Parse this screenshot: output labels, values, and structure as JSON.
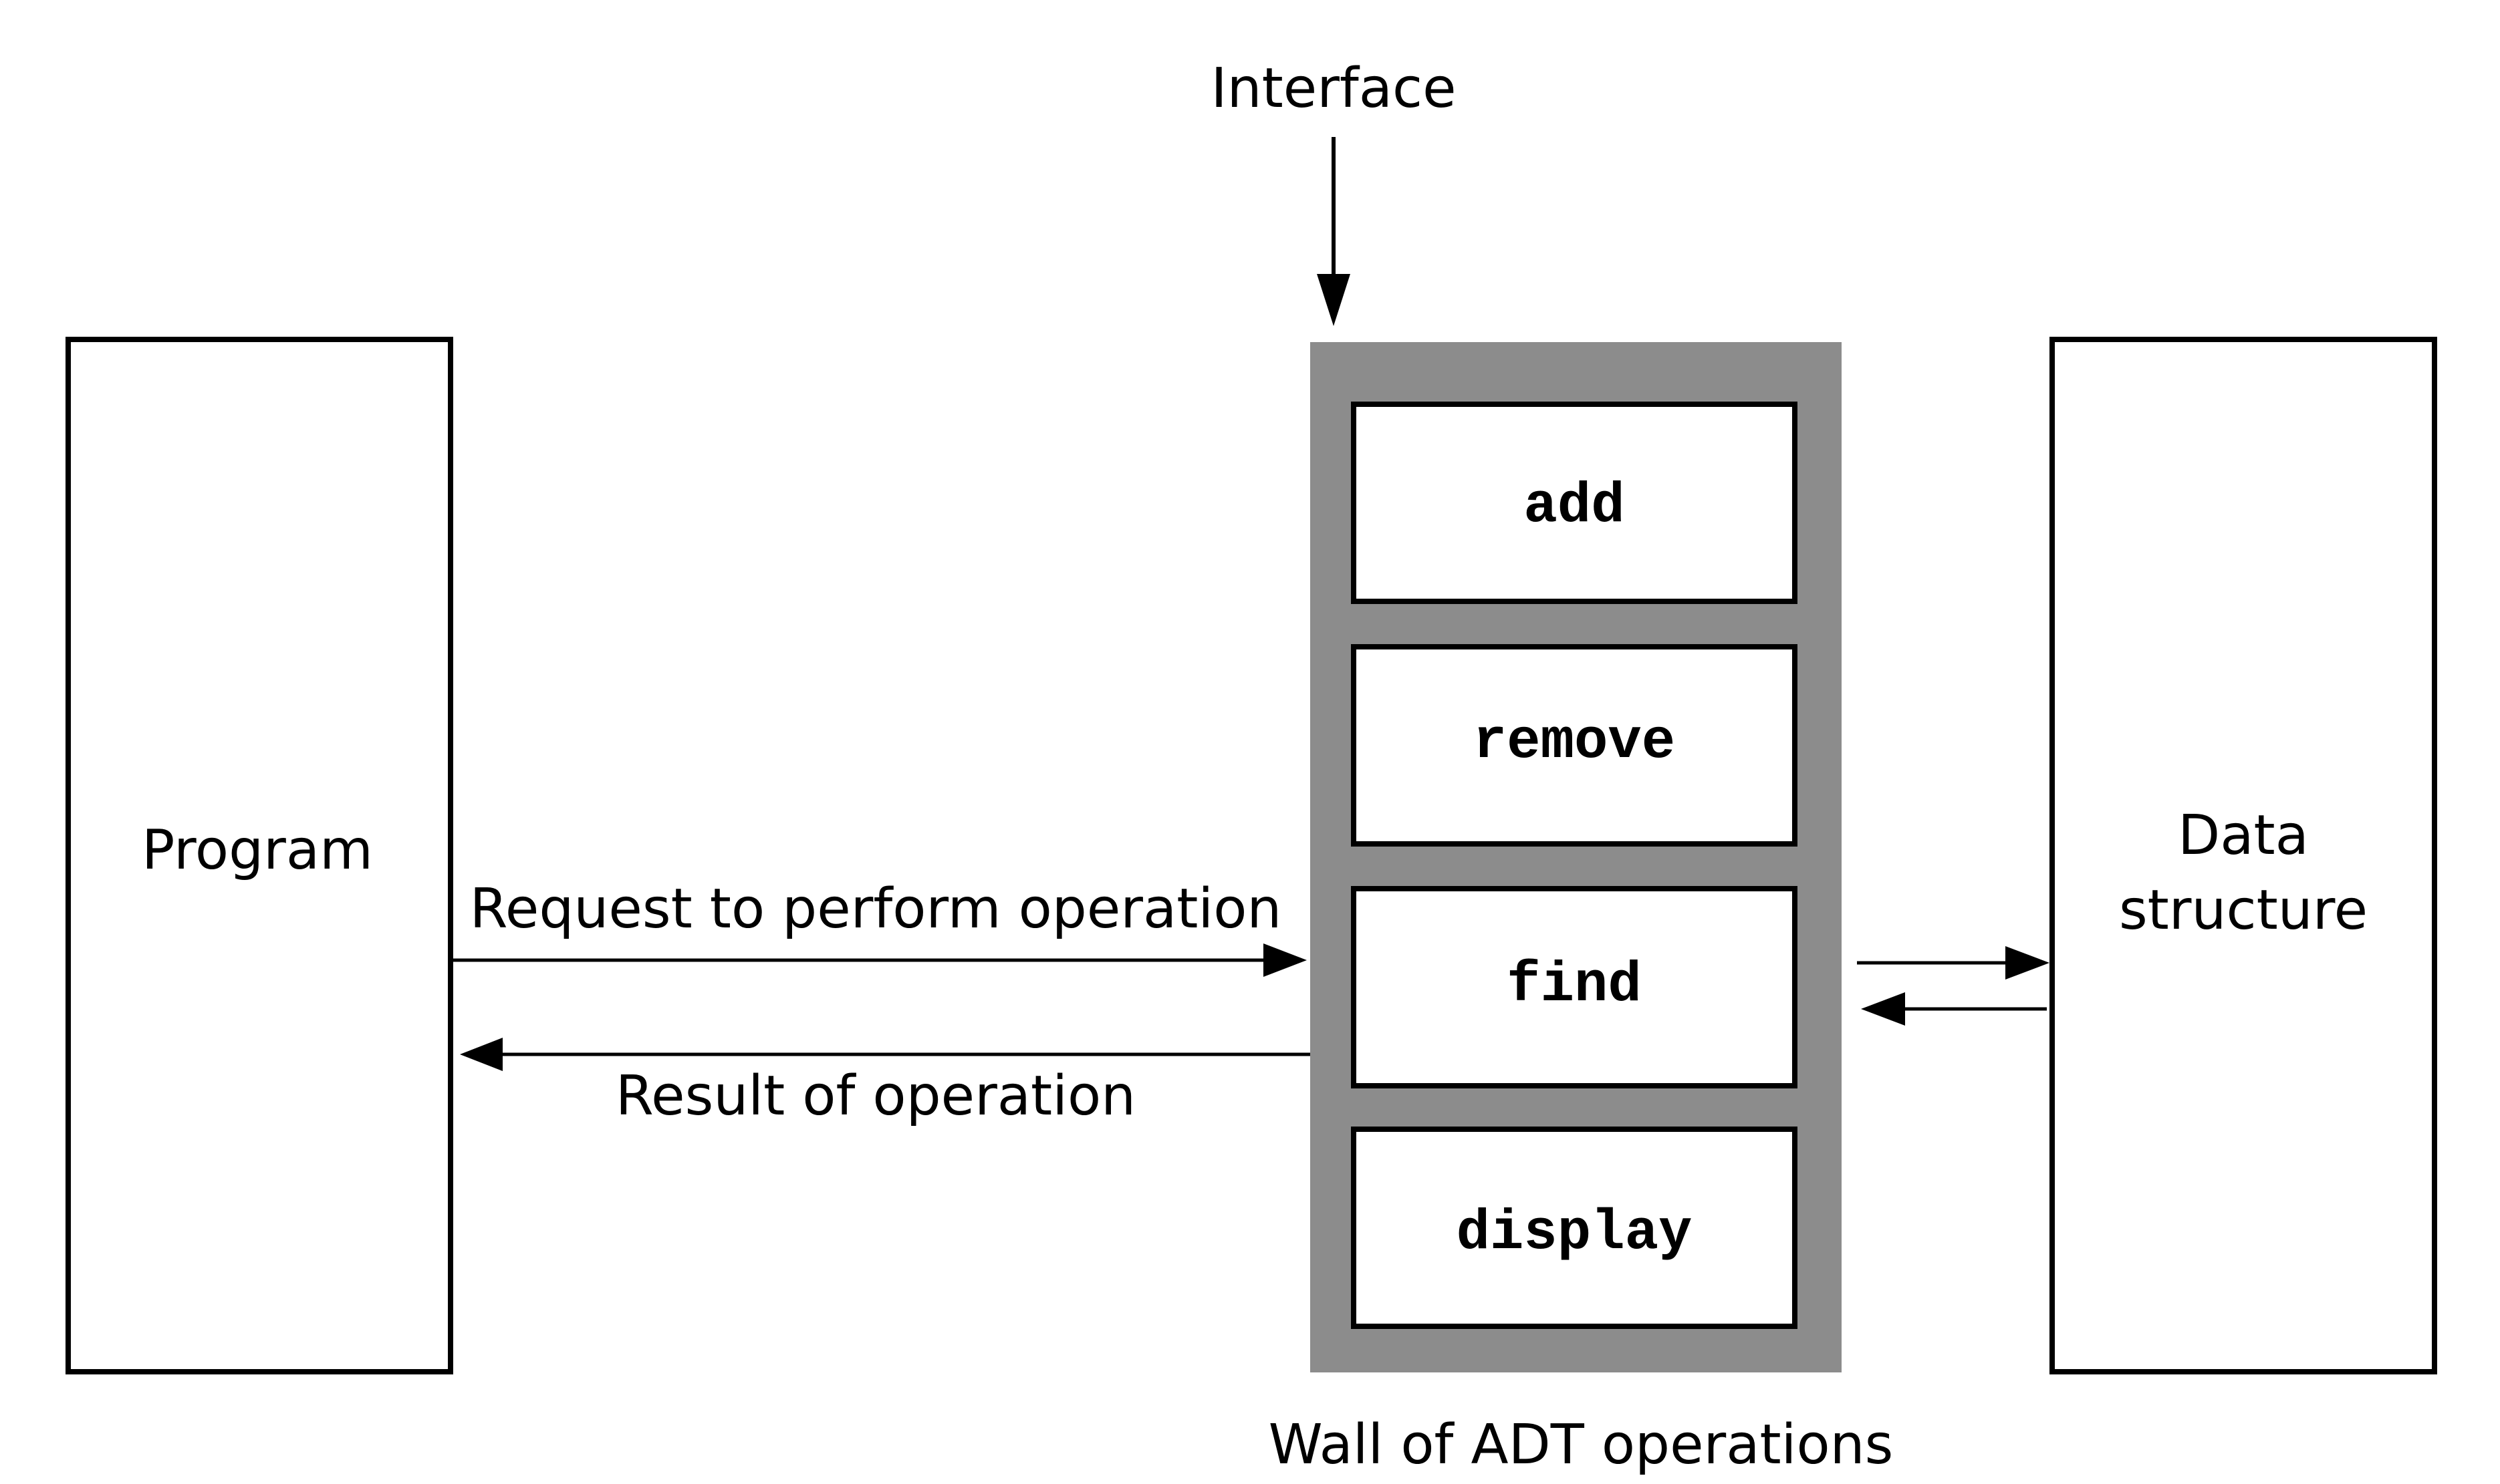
{
  "diagram": {
    "interface_label": "Interface",
    "program_label": "Program",
    "data_structure_label": [
      "Data",
      "structure"
    ],
    "request_label": "Request to perform operation",
    "result_label": "Result of operation",
    "wall_label": "Wall of ADT operations",
    "operations": [
      "add",
      "remove",
      "find",
      "display"
    ]
  },
  "colors": {
    "wall": "#8c8c8c",
    "stroke": "#000000",
    "background": "#ffffff"
  }
}
